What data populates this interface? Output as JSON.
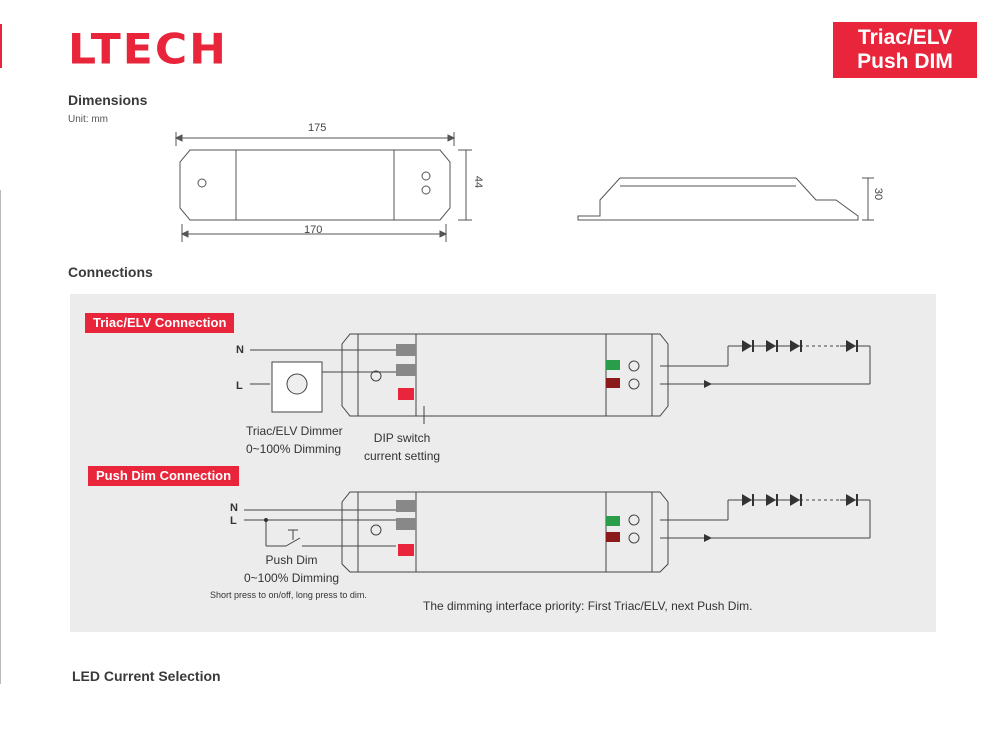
{
  "header": {
    "brand": "LTECH",
    "badge_line1": "Triac/ELV",
    "badge_line2": "Push DIM"
  },
  "dimensions": {
    "heading": "Dimensions",
    "unit": "Unit: mm",
    "length_overall": "175",
    "length_body": "170",
    "width": "44",
    "height": "30"
  },
  "connections": {
    "heading": "Connections",
    "triac": {
      "tag": "Triac/ELV Connection",
      "n": "N",
      "l": "L",
      "dimmer_line1": "Triac/ELV Dimmer",
      "dimmer_line2": "0~100% Dimming",
      "dip_line1": "DIP switch",
      "dip_line2": "current setting"
    },
    "push": {
      "tag": "Push Dim Connection",
      "n": "N",
      "l": "L",
      "pd_line1": "Push Dim",
      "pd_line2": "0~100% Dimming",
      "note_small": "Short press to on/off, long press to dim.",
      "priority": "The dimming interface priority: First Triac/ELV, next Push Dim."
    }
  },
  "led_current": {
    "heading": "LED Current Selection"
  },
  "colors": {
    "accent": "#e8253a",
    "panel": "#ececec"
  }
}
